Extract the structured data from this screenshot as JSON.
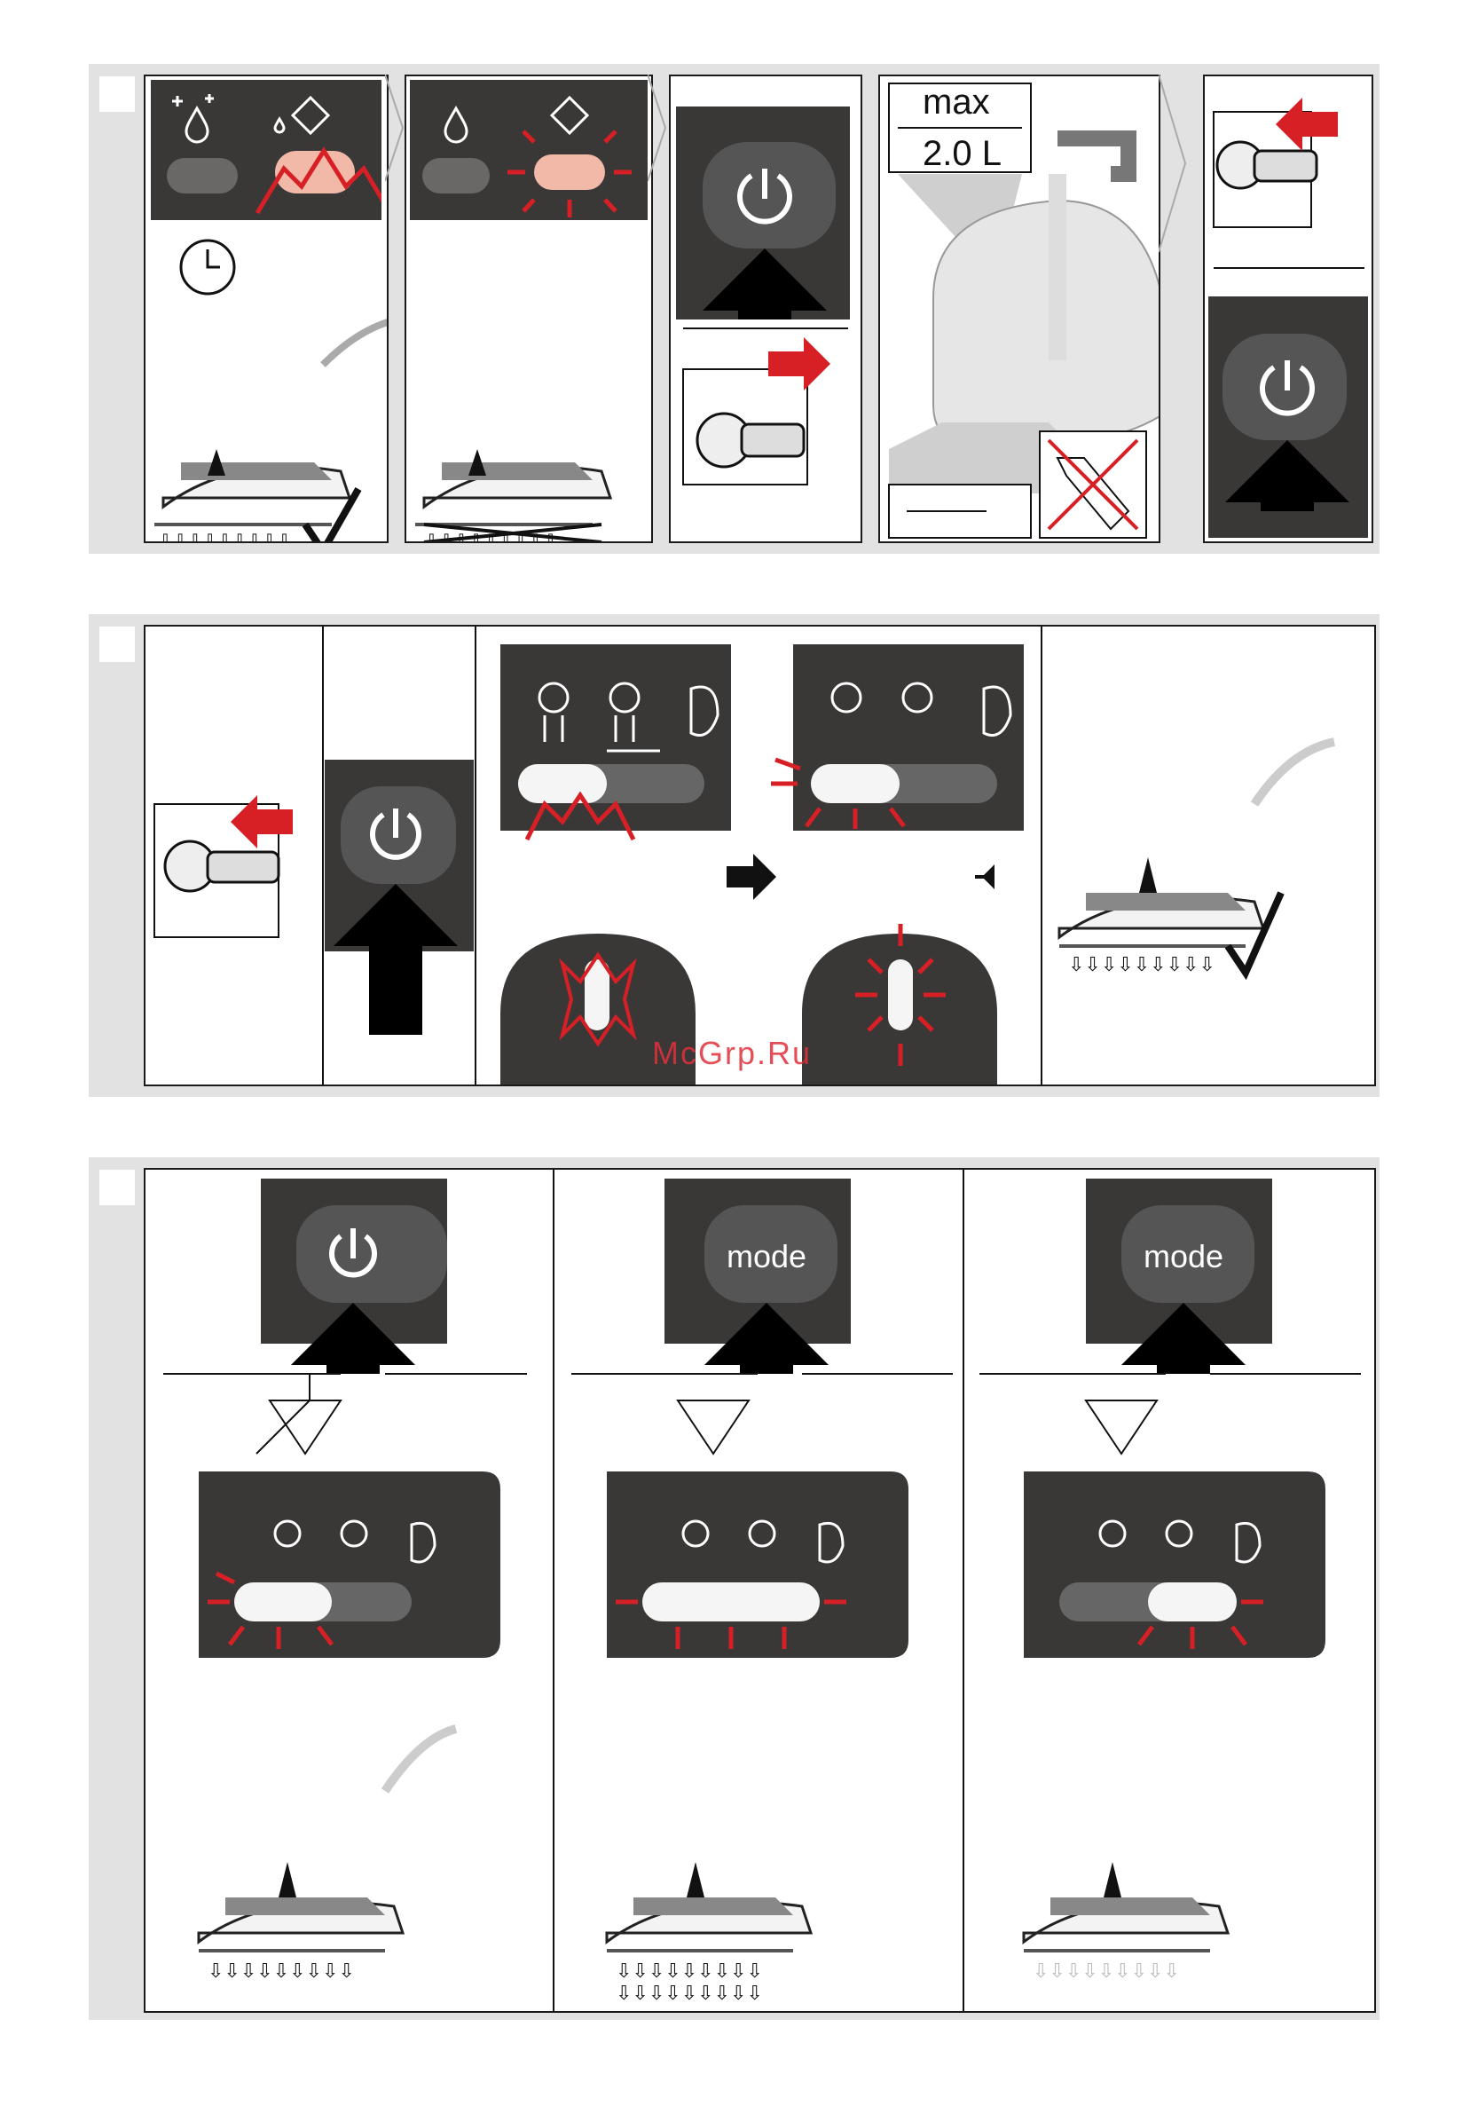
{
  "section1": {
    "fill_label_top": "max",
    "fill_label_bottom": "2.0 L"
  },
  "section2": {
    "watermark": "McGrp.Ru"
  },
  "section3": {
    "mode_label_1": "mode",
    "mode_label_2": "mode"
  },
  "colors": {
    "accent": "#d71f26",
    "panel_dark": "#3a3737",
    "section_bg": "#e2e2e2"
  },
  "icons": [
    "water-drop-sparkle-icon",
    "descale-tank-icon",
    "clock-icon",
    "power-icon",
    "plug-icon",
    "steam-cloud-icon",
    "steam-boost-icon",
    "eco-leaf-icon",
    "sound-icon",
    "checkmark-icon",
    "no-bottle-icon"
  ]
}
